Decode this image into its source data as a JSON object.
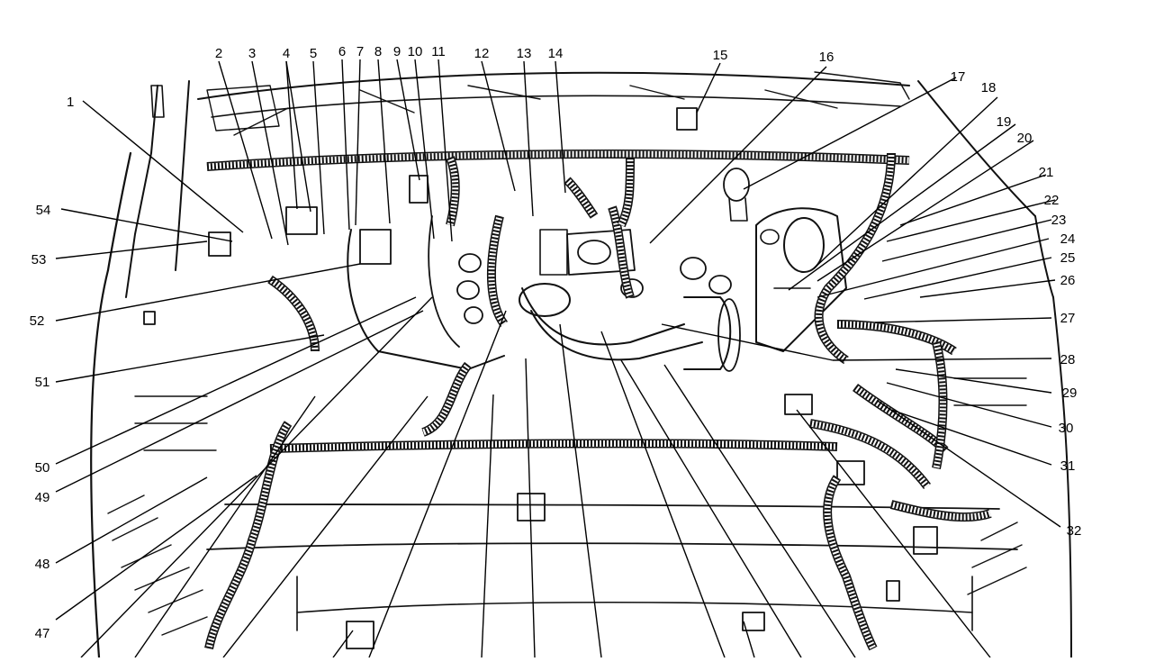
{
  "diagram": {
    "callouts": [
      {
        "id": "1",
        "label": "1"
      },
      {
        "id": "2",
        "label": "2"
      },
      {
        "id": "3",
        "label": "3"
      },
      {
        "id": "4",
        "label": "4"
      },
      {
        "id": "5",
        "label": "5"
      },
      {
        "id": "6",
        "label": "6"
      },
      {
        "id": "7",
        "label": "7"
      },
      {
        "id": "8",
        "label": "8"
      },
      {
        "id": "9",
        "label": "9"
      },
      {
        "id": "10",
        "label": "10"
      },
      {
        "id": "11",
        "label": "11"
      },
      {
        "id": "12",
        "label": "12"
      },
      {
        "id": "13",
        "label": "13"
      },
      {
        "id": "14",
        "label": "14"
      },
      {
        "id": "15",
        "label": "15"
      },
      {
        "id": "16",
        "label": "16"
      },
      {
        "id": "17",
        "label": "17"
      },
      {
        "id": "18",
        "label": "18"
      },
      {
        "id": "19",
        "label": "19"
      },
      {
        "id": "20",
        "label": "20"
      },
      {
        "id": "21",
        "label": "21"
      },
      {
        "id": "22",
        "label": "22"
      },
      {
        "id": "23",
        "label": "23"
      },
      {
        "id": "24",
        "label": "24"
      },
      {
        "id": "25",
        "label": "25"
      },
      {
        "id": "26",
        "label": "26"
      },
      {
        "id": "27",
        "label": "27"
      },
      {
        "id": "28",
        "label": "28"
      },
      {
        "id": "29",
        "label": "29"
      },
      {
        "id": "30",
        "label": "30"
      },
      {
        "id": "31",
        "label": "31"
      },
      {
        "id": "32",
        "label": "32"
      },
      {
        "id": "47",
        "label": "47"
      },
      {
        "id": "48",
        "label": "48"
      },
      {
        "id": "49",
        "label": "49"
      },
      {
        "id": "50",
        "label": "50"
      },
      {
        "id": "51",
        "label": "51"
      },
      {
        "id": "52",
        "label": "52"
      },
      {
        "id": "53",
        "label": "53"
      },
      {
        "id": "54",
        "label": "54"
      }
    ]
  }
}
